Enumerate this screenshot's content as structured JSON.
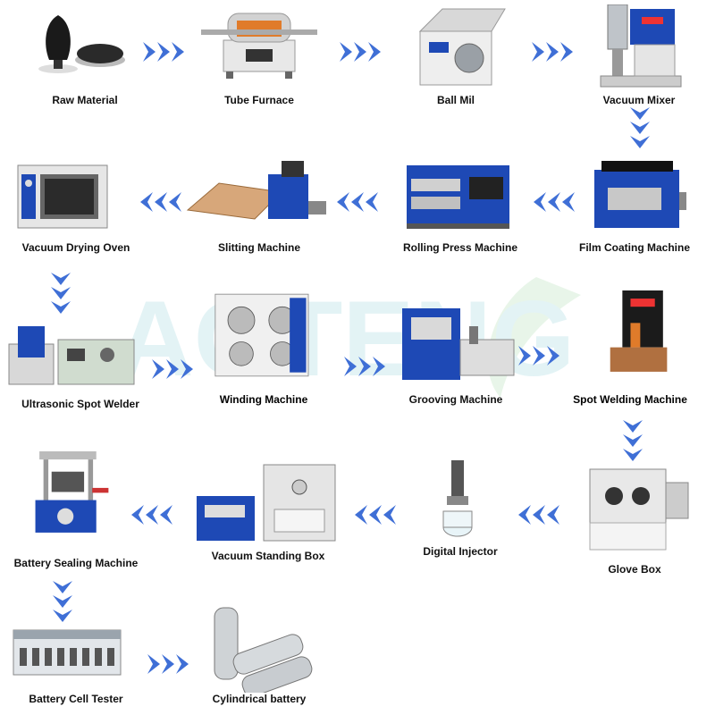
{
  "watermark": {
    "text": "AOTENG"
  },
  "steps": [
    {
      "id": "raw-material",
      "label": "Raw Material",
      "icon": "raw-material-icon"
    },
    {
      "id": "tube-furnace",
      "label": "Tube Furnace",
      "icon": "tube-furnace-icon"
    },
    {
      "id": "ball-mil",
      "label": "Ball Mil",
      "icon": "ball-mill-icon"
    },
    {
      "id": "vacuum-mixer",
      "label": "Vacuum Mixer",
      "icon": "vacuum-mixer-icon"
    },
    {
      "id": "vacuum-drying-oven",
      "label": "Vacuum Drying Oven",
      "icon": "drying-oven-icon"
    },
    {
      "id": "slitting-machine",
      "label": "Slitting Machine",
      "icon": "slitting-machine-icon"
    },
    {
      "id": "rolling-press-machine",
      "label": "Rolling Press Machine",
      "icon": "rolling-press-icon"
    },
    {
      "id": "film-coating-machine",
      "label": "Film Coating Machine",
      "icon": "film-coating-icon"
    },
    {
      "id": "ultrasonic-spot-welder",
      "label": "Ultrasonic Spot Welder",
      "icon": "ultrasonic-welder-icon"
    },
    {
      "id": "winding-machine",
      "label": "Winding Machine",
      "icon": "winding-machine-icon"
    },
    {
      "id": "grooving-machine",
      "label": "Grooving Machine",
      "icon": "grooving-machine-icon"
    },
    {
      "id": "spot-welding-machine",
      "label": "Spot Welding Machine",
      "icon": "spot-welder-icon"
    },
    {
      "id": "battery-sealing-machine",
      "label": "Battery Sealing Machine",
      "icon": "sealing-machine-icon"
    },
    {
      "id": "vacuum-standing-box",
      "label": "Vacuum Standing Box",
      "icon": "standing-box-icon"
    },
    {
      "id": "digital-injector",
      "label": "Digital Injector",
      "icon": "digital-injector-icon"
    },
    {
      "id": "glove-box",
      "label": "Glove Box",
      "icon": "glove-box-icon"
    },
    {
      "id": "battery-cell-tester",
      "label": "Battery Cell Tester",
      "icon": "cell-tester-icon"
    },
    {
      "id": "cylindrical-battery",
      "label": "Cylindrical battery",
      "icon": "cylindrical-battery-icon"
    }
  ],
  "colors": {
    "arrow": "#3f6fd6",
    "machine_blue": "#1e49b5",
    "steel": "#c9ced6"
  }
}
